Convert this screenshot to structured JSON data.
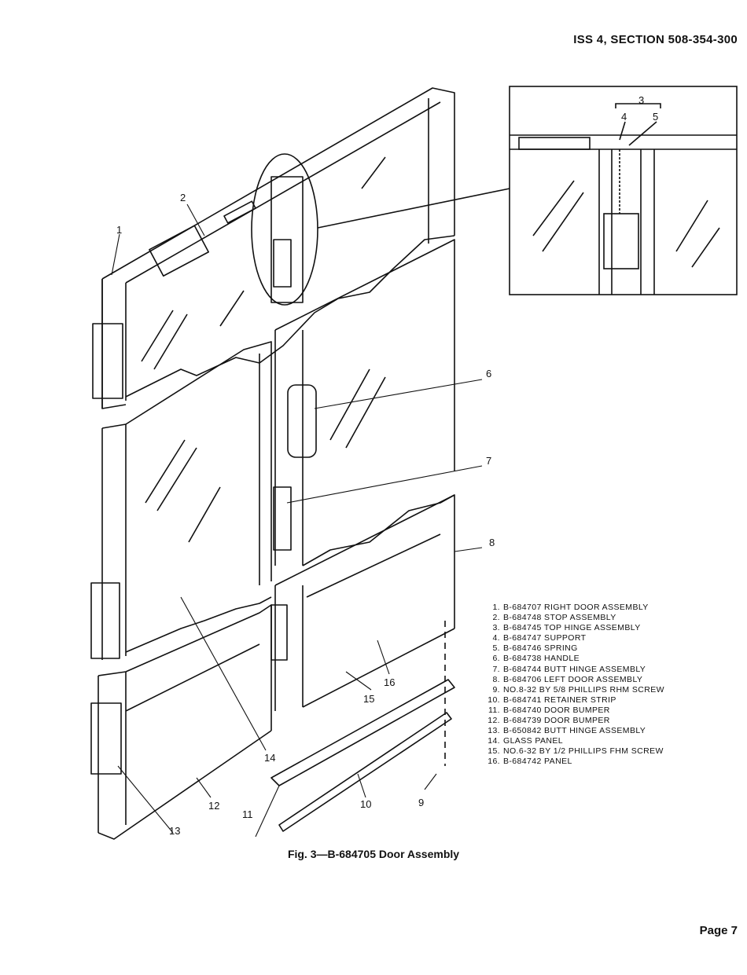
{
  "header": {
    "text": "ISS 4, SECTION 508-354-300"
  },
  "footer": {
    "page": "Page 7"
  },
  "figure": {
    "caption": "Fig. 3—B-684705 Door Assembly",
    "callouts": {
      "c1": "1",
      "c2": "2",
      "c3": "3",
      "c4": "4",
      "c5": "5",
      "c6": "6",
      "c7": "7",
      "c8": "8",
      "c9": "9",
      "c10": "10",
      "c11": "11",
      "c12": "12",
      "c13": "13",
      "c14": "14",
      "c15": "15",
      "c16": "16"
    }
  },
  "parts_list": [
    {
      "num": "1.",
      "desc": "B-684707 RIGHT DOOR ASSEMBLY"
    },
    {
      "num": "2.",
      "desc": "B-684748 STOP ASSEMBLY"
    },
    {
      "num": "3.",
      "desc": "B-684745 TOP HINGE ASSEMBLY"
    },
    {
      "num": "4.",
      "desc": "B-684747 SUPPORT"
    },
    {
      "num": "5.",
      "desc": "B-684746 SPRING"
    },
    {
      "num": "6.",
      "desc": "B-684738 HANDLE"
    },
    {
      "num": "7.",
      "desc": "B-684744 BUTT HINGE ASSEMBLY"
    },
    {
      "num": "8.",
      "desc": "B-684706 LEFT DOOR ASSEMBLY"
    },
    {
      "num": "9.",
      "desc": "NO.8-32 BY 5/8 PHILLIPS RHM SCREW"
    },
    {
      "num": "10.",
      "desc": "B-684741 RETAINER STRIP"
    },
    {
      "num": "11.",
      "desc": "B-684740 DOOR BUMPER"
    },
    {
      "num": "12.",
      "desc": "B-684739 DOOR BUMPER"
    },
    {
      "num": "13.",
      "desc": "B-650842 BUTT HINGE ASSEMBLY"
    },
    {
      "num": "14.",
      "desc": "GLASS PANEL"
    },
    {
      "num": "15.",
      "desc": "NO.6-32 BY 1/2 PHILLIPS FHM SCREW"
    },
    {
      "num": "16.",
      "desc": "B-684742 PANEL"
    }
  ]
}
